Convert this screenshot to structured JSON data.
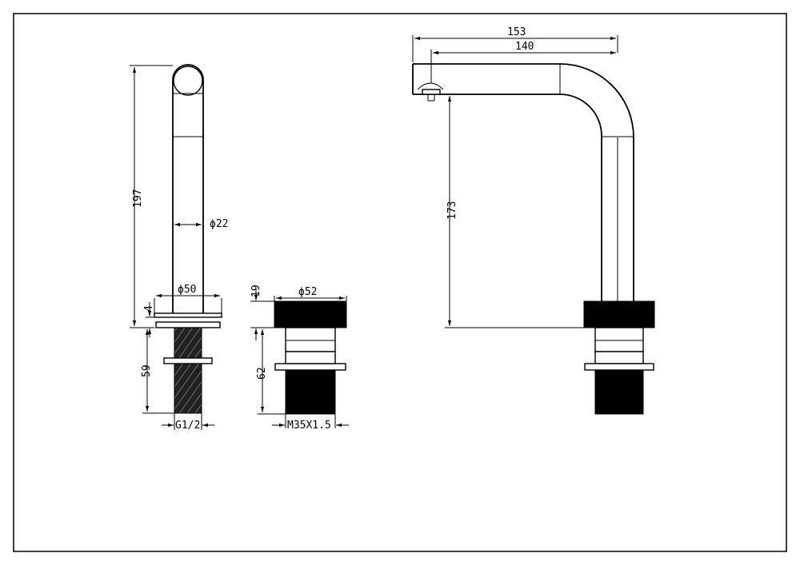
{
  "dimensions": {
    "d197": "197",
    "d22": "ϕ22",
    "d50": "ϕ50",
    "d4": "4",
    "d59": "59",
    "g12": "G1/2",
    "d19": "19",
    "d52": "ϕ52",
    "d62": "62",
    "m35": "M35X1.5",
    "d153": "153",
    "d140": "140",
    "d173": "173"
  },
  "colors": {
    "line": "#000000",
    "background": "#ffffff"
  }
}
